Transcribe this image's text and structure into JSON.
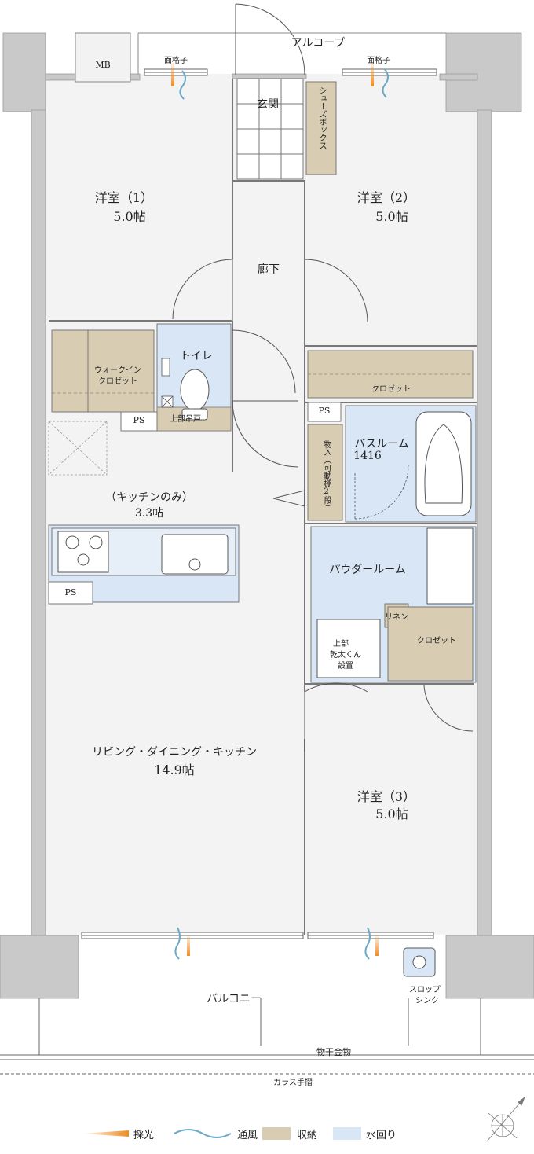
{
  "rooms": {
    "alcove": "アルコーブ",
    "mb": "MB",
    "mengoshi_left": "面格子",
    "mengoshi_right": "面格子",
    "entrance": "玄関",
    "shoes_box": "シューズボックス",
    "room1_name": "洋室（1）",
    "room1_size": "5.0帖",
    "room2_name": "洋室（2）",
    "room2_size": "5.0帖",
    "corridor": "廊下",
    "walkin_line1": "ウォークイン",
    "walkin_line2": "クロゼット",
    "toilet": "トイレ",
    "upper_cabinet": "上部吊戸",
    "ps_toilet": "PS",
    "closet_room2": "クロゼット",
    "ps_bath": "PS",
    "bathroom_name": "バスルーム",
    "bathroom_size": "1416",
    "storage": "物入（可動棚2段）",
    "kitchen_name": "（キッチンのみ）",
    "kitchen_size": "3.3帖",
    "ps_kitchen": "PS",
    "powder_room": "パウダールーム",
    "linen": "リネン",
    "closet_powder": "クロゼット",
    "dryer_line1": "上部",
    "dryer_line2": "乾太くん",
    "dryer_line3": "設置",
    "ldk_name": "リビング・ダイニング・キッチン",
    "ldk_size": "14.9帖",
    "room3_name": "洋室（3）",
    "room3_size": "5.0帖",
    "balcony": "バルコニー",
    "slop_line1": "スロップ",
    "slop_line2": "シンク",
    "drying_hardware": "物干金物",
    "glass_rail": "ガラス手摺"
  },
  "legend": {
    "light": "採光",
    "ventilation": "通風",
    "storage": "収納",
    "water": "水回り"
  },
  "colors": {
    "wall": "#c8c8c8",
    "floor": "#f2f2f2",
    "storage": "#d8cdb3",
    "water": "#d8e6f6",
    "light": "#f08c1e",
    "ventilation": "#6aa8c8"
  },
  "icons": {
    "compass": "compass-icon"
  }
}
